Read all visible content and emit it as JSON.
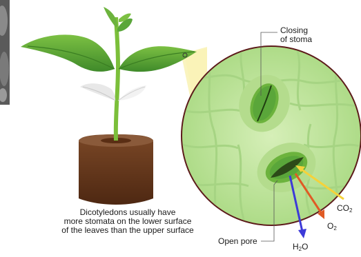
{
  "labels": {
    "closing_stoma": [
      "Closing",
      "of stoma"
    ],
    "open_pore": "Open pore",
    "co2": {
      "base": "CO",
      "sub": "2"
    },
    "o2": {
      "base": "O",
      "sub": "2"
    },
    "h2o": {
      "pre": "H",
      "sub": "2",
      "post": "O"
    }
  },
  "caption": [
    "Dicotyledons usually have",
    "more  stomata on the lower surface",
    "of the leaves than the upper surface"
  ],
  "colors": {
    "leaf": "#5aa63a",
    "leaf_light": "#8cc63e",
    "stem": "#7bbf3a",
    "soil": "#6b3a1c",
    "soil_top": "#8a5a3a",
    "cell_bg": "#c9e8a8",
    "cell_wall": "#a6d483",
    "ring": "#5c1a1a",
    "zoom_beam": "#f9f3b8",
    "arrow_co2": "#f5d23a",
    "arrow_o2": "#e05a24",
    "arrow_h2o": "#3d3ad8"
  }
}
